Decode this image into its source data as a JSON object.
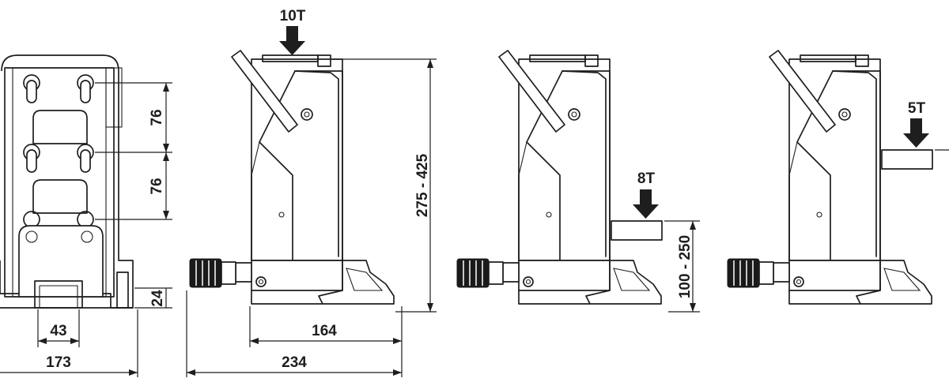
{
  "dimensions": {
    "front_spacing_upper": "76",
    "front_spacing_lower": "76",
    "front_foot_height": "24",
    "front_base_width": "43",
    "front_total_width": "173",
    "side_base_length": "164",
    "side_total_length": "234",
    "side_height_range": "275 - 425",
    "toe_height_range": "100 - 250"
  },
  "loads": {
    "top_load": "10T",
    "toe_load_low": "8T",
    "toe_load_high": "5T"
  },
  "colors": {
    "line": "#1e1e1e",
    "background": "#ffffff"
  }
}
